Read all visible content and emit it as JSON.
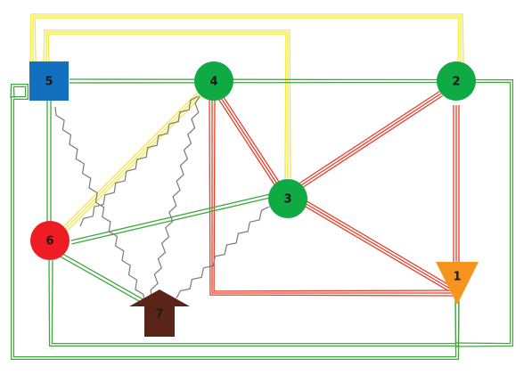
{
  "colors": {
    "background": "#ffffff",
    "yellow_link": "#f2ea3a",
    "green_link": "#3ea83e",
    "red_link": "#e8402a",
    "gray_link": "#7a7a7a",
    "green_node": "#0faa44",
    "red_node": "#ee1c24",
    "blue_node": "#1270be",
    "orange_node": "#f7941d",
    "brown_node": "#5a2418"
  },
  "nodes": [
    {
      "id": "1",
      "label": "1",
      "shape": "triangle-down",
      "color": "#f7941d"
    },
    {
      "id": "2",
      "label": "2",
      "shape": "circle",
      "color": "#0faa44"
    },
    {
      "id": "3",
      "label": "3",
      "shape": "circle",
      "color": "#0faa44"
    },
    {
      "id": "4",
      "label": "4",
      "shape": "circle",
      "color": "#0faa44"
    },
    {
      "id": "5",
      "label": "5",
      "shape": "square",
      "color": "#1270be"
    },
    {
      "id": "6",
      "label": "6",
      "shape": "circle",
      "color": "#ee1c24"
    },
    {
      "id": "7",
      "label": "7",
      "shape": "arrow-up",
      "color": "#5a2418"
    }
  ],
  "edges": [
    {
      "from": "5",
      "to": "2",
      "style": "yellow-triple"
    },
    {
      "from": "5",
      "to": "3",
      "style": "yellow-triple"
    },
    {
      "from": "4",
      "to": "6",
      "style": "yellow-triple"
    },
    {
      "from": "4",
      "to": "3",
      "style": "red-triple"
    },
    {
      "from": "2",
      "to": "3",
      "style": "red-triple"
    },
    {
      "from": "2",
      "to": "1",
      "style": "red-triple"
    },
    {
      "from": "3",
      "to": "1",
      "style": "red-triple"
    },
    {
      "from": "4",
      "to": "1",
      "style": "red-triple"
    },
    {
      "from": "5",
      "to": "2",
      "style": "green-double"
    },
    {
      "from": "5",
      "to": "1",
      "style": "green-double"
    },
    {
      "from": "5",
      "to": "6",
      "style": "green-double"
    },
    {
      "from": "6",
      "to": "3",
      "style": "green-double"
    },
    {
      "from": "6",
      "to": "7",
      "style": "green-double"
    },
    {
      "from": "6",
      "to": "2",
      "style": "green-double"
    },
    {
      "from": "5",
      "to": "7",
      "style": "gray-zigzag"
    },
    {
      "from": "4",
      "to": "6",
      "style": "gray-zigzag"
    },
    {
      "from": "4",
      "to": "7",
      "style": "gray-zigzag"
    },
    {
      "from": "3",
      "to": "7",
      "style": "gray-zigzag"
    }
  ]
}
